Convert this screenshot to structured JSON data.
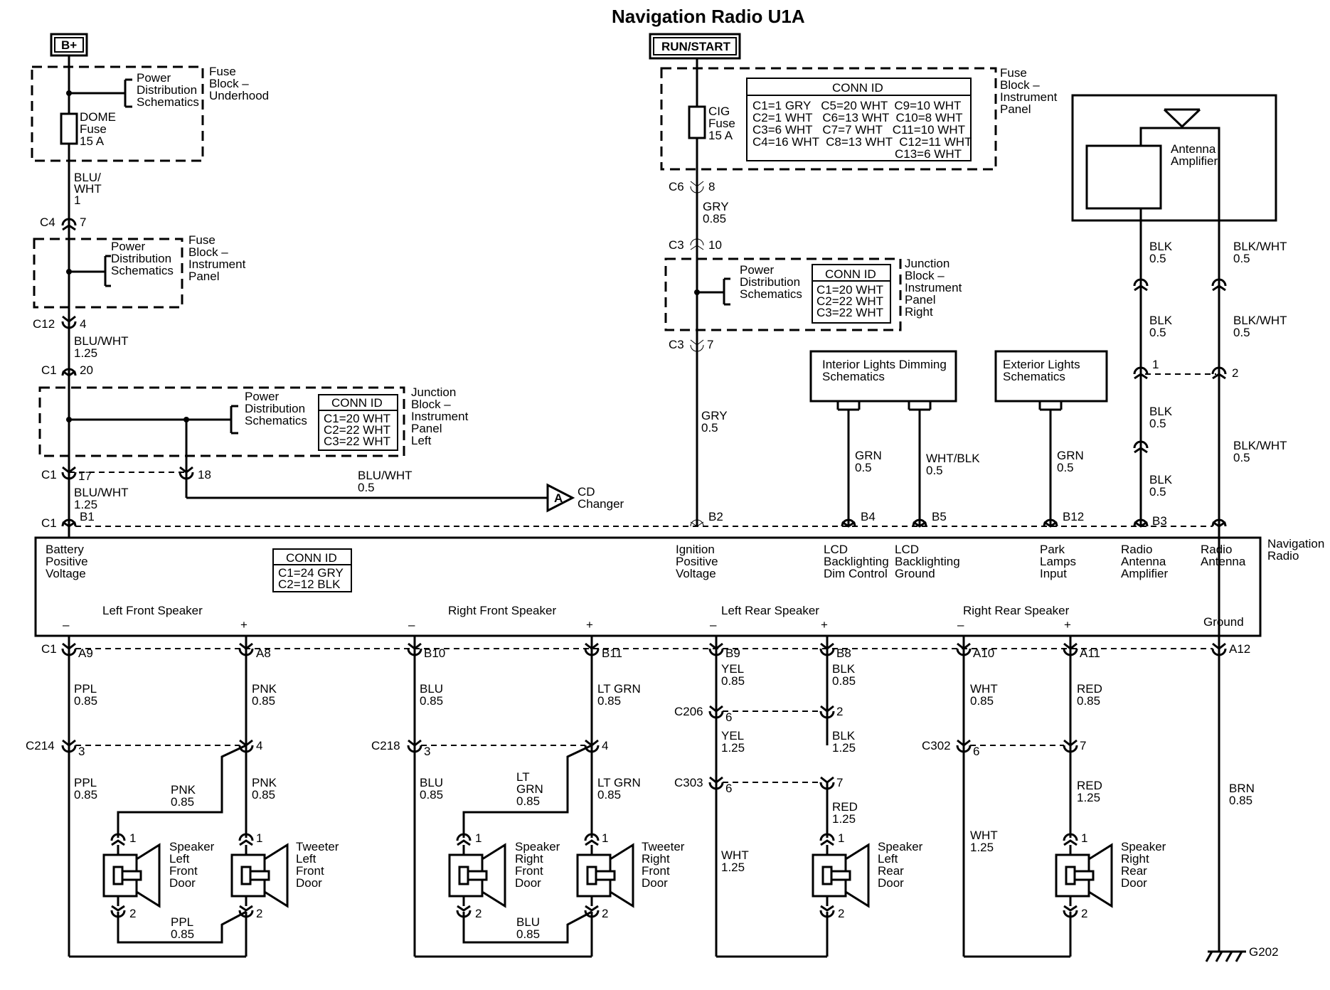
{
  "title": "Navigation Radio U1A",
  "power_tags": {
    "bplus": "B+",
    "run_start": "RUN/START"
  },
  "fuse_block_underhood": {
    "name": [
      "Fuse",
      "Block –",
      "Underhood"
    ],
    "pds": [
      "Power",
      "Distribution",
      "Schematics"
    ],
    "fuse": [
      "DOME",
      "Fuse",
      "15 A"
    ]
  },
  "fuse_block_ip": {
    "name": [
      "Fuse",
      "Block –",
      "Instrument",
      "Panel"
    ],
    "fuse": [
      "CIG",
      "Fuse",
      "15 A"
    ],
    "conn_title": "CONN ID",
    "conn_lines": [
      "C1=1 GRY   C5=20 WHT  C9=10 WHT",
      "C2=1 WHT   C6=13 WHT  C10=8 WHT",
      "C3=6 WHT   C7=7 WHT   C11=10 WHT",
      "C4=16 WHT  C8=13 WHT  C12=11 WHT",
      "C13=6 WHT"
    ]
  },
  "fuse_block_ip_left_top": {
    "name": [
      "Fuse",
      "Block –",
      "Instrument",
      "Panel"
    ],
    "pds": [
      "Power",
      "Distribution",
      "Schematics"
    ]
  },
  "jb_left": {
    "name": [
      "Junction",
      "Block –",
      "Instrument",
      "Panel",
      "Left"
    ],
    "pds": [
      "Power",
      "Distribution",
      "Schematics"
    ],
    "conn_title": "CONN ID",
    "conn_lines": [
      "C1=20 WHT",
      "C2=22 WHT",
      "C3=22 WHT"
    ]
  },
  "jb_right": {
    "name": [
      "Junction",
      "Block –",
      "Instrument",
      "Panel",
      "Right"
    ],
    "pds": [
      "Power",
      "Distribution",
      "Schematics"
    ],
    "conn_title": "CONN ID",
    "conn_lines": [
      "C1=20 WHT",
      "C2=22 WHT",
      "C3=22 WHT"
    ]
  },
  "radio": {
    "name": [
      "Navigation",
      "Radio"
    ],
    "conn_title": "CONN ID",
    "conn_lines": [
      "C1=24 GRY",
      "C2=12 BLK"
    ],
    "pins_top": [
      {
        "pin": "B1",
        "label": [
          "Battery",
          "Positive",
          "Voltage"
        ]
      },
      {
        "pin": "B2",
        "label": [
          "Ignition",
          "Positive",
          "Voltage"
        ]
      },
      {
        "pin": "B4",
        "label": [
          "LCD",
          "Backlighting",
          "Dim Control"
        ]
      },
      {
        "pin": "B5",
        "label": [
          "LCD",
          "Backlighting",
          "Ground"
        ]
      },
      {
        "pin": "B12",
        "label": [
          "Park",
          "Lamps",
          "Input"
        ]
      },
      {
        "pin": "B3",
        "label": [
          "Radio",
          "Antenna",
          "Amplifier"
        ]
      },
      {
        "pin": "",
        "label": [
          "Radio",
          "Antenna"
        ]
      }
    ],
    "speaker_groups": [
      "Left Front Speaker",
      "Right Front Speaker",
      "Left Rear Speaker",
      "Right Rear Speaker"
    ],
    "ground_label": "Ground",
    "minus": "–",
    "plus": "+",
    "pins_bottom": [
      "A9",
      "A8",
      "B10",
      "B11",
      "B9",
      "B8",
      "A10",
      "A11",
      "A12"
    ]
  },
  "connectors": {
    "c6": "C6",
    "c6_pin": "8",
    "c3a": "C3",
    "c3a_pin": "10",
    "c3b": "C3",
    "c3b_pin": "7",
    "c4": "C4",
    "c4_pin": "7",
    "c12": "C12",
    "c12_pin": "4",
    "c1a": "C1",
    "c1a_pin": "20",
    "c1b": "C1",
    "c1b_pin17": "17",
    "c1b_pin18": "18",
    "c1c": "C1",
    "c1d": "C1",
    "c214": "C214",
    "c214_pin3": "3",
    "c214_pin4": "4",
    "c218": "C218",
    "c218_pin3": "3",
    "c218_pin4": "4",
    "c206": "C206",
    "c206_pin6": "6",
    "c206_pin2": "2",
    "c303": "C303",
    "c303_pin6": "6",
    "c303_pin7": "7",
    "c302": "C302",
    "c302_pin6": "6",
    "c302_pin7": "7",
    "ant_pin1": "1",
    "ant_pin2": "2"
  },
  "wires": {
    "w_bluwht_1": [
      "BLU/",
      "WHT",
      "1"
    ],
    "w_bluwht_125a": [
      "BLU/WHT",
      "1.25"
    ],
    "w_bluwht_125b": [
      "BLU/WHT",
      "1.25"
    ],
    "w_bluwht_05": [
      "BLU/WHT",
      "0.5"
    ],
    "w_gry_085": [
      "GRY",
      "0.85"
    ],
    "w_gry_05": [
      "GRY",
      "0.5"
    ],
    "w_grn_05a": [
      "GRN",
      "0.5"
    ],
    "w_whtblk_05": [
      "WHT/BLK",
      "0.5"
    ],
    "w_grn_05b": [
      "GRN",
      "0.5"
    ],
    "w_blk_05a": [
      "BLK",
      "0.5"
    ],
    "w_blk_05b": [
      "BLK",
      "0.5"
    ],
    "w_blk_05c": [
      "BLK",
      "0.5"
    ],
    "w_blk_05d": [
      "BLK",
      "0.5"
    ],
    "w_bw_05a": [
      "BLK/WHT",
      "0.5"
    ],
    "w_bw_05b": [
      "BLK/WHT",
      "0.5"
    ],
    "w_bw_05c": [
      "BLK/WHT",
      "0.5"
    ],
    "w_ppl_085a": [
      "PPL",
      "0.85"
    ],
    "w_pnk_085a": [
      "PNK",
      "0.85"
    ],
    "w_ppl_085b": [
      "PPL",
      "0.85"
    ],
    "w_pnk_085b": [
      "PNK",
      "0.85"
    ],
    "w_pnk_085c": [
      "PNK",
      "0.85"
    ],
    "w_ppl_085c": [
      "PPL",
      "0.85"
    ],
    "w_blu_085a": [
      "BLU",
      "0.85"
    ],
    "w_ltgrn_085a": [
      "LT GRN",
      "0.85"
    ],
    "w_blu_085b": [
      "BLU",
      "0.85"
    ],
    "w_ltgrn_085b": [
      "LT",
      "GRN",
      "0.85"
    ],
    "w_ltgrn_085c": [
      "LT GRN",
      "0.85"
    ],
    "w_blu_085c": [
      "BLU",
      "0.85"
    ],
    "w_yel_085": [
      "YEL",
      "0.85"
    ],
    "w_blk_085": [
      "BLK",
      "0.85"
    ],
    "w_yel_125": [
      "YEL",
      "1.25"
    ],
    "w_blk_125": [
      "BLK",
      "1.25"
    ],
    "w_red_125a": [
      "RED",
      "1.25"
    ],
    "w_wht_125a": [
      "WHT",
      "1.25"
    ],
    "w_wht_085": [
      "WHT",
      "0.85"
    ],
    "w_red_085": [
      "RED",
      "0.85"
    ],
    "w_wht_125b": [
      "WHT",
      "1.25"
    ],
    "w_red_125b": [
      "RED",
      "1.25"
    ],
    "w_brn_085": [
      "BRN",
      "0.85"
    ]
  },
  "cd_changer": {
    "letter": "A",
    "label": [
      "CD",
      "Changer"
    ]
  },
  "interior_dim": [
    "Interior Lights Dimming",
    "Schematics"
  ],
  "exterior_lights": [
    "Exterior Lights",
    "Schematics"
  ],
  "antenna_amp": [
    "Antenna",
    "Amplifier"
  ],
  "speakers": {
    "lf_door": [
      "Speaker",
      "Left",
      "Front",
      "Door"
    ],
    "lf_tweeter": [
      "Tweeter",
      "Left",
      "Front",
      "Door"
    ],
    "rf_door": [
      "Speaker",
      "Right",
      "Front",
      "Door"
    ],
    "rf_tweeter": [
      "Tweeter",
      "Right",
      "Front",
      "Door"
    ],
    "lr_door": [
      "Speaker",
      "Left",
      "Rear",
      "Door"
    ],
    "rr_door": [
      "Speaker",
      "Right",
      "Rear",
      "Door"
    ],
    "pin1": "1",
    "pin2": "2"
  },
  "ground": "G202"
}
